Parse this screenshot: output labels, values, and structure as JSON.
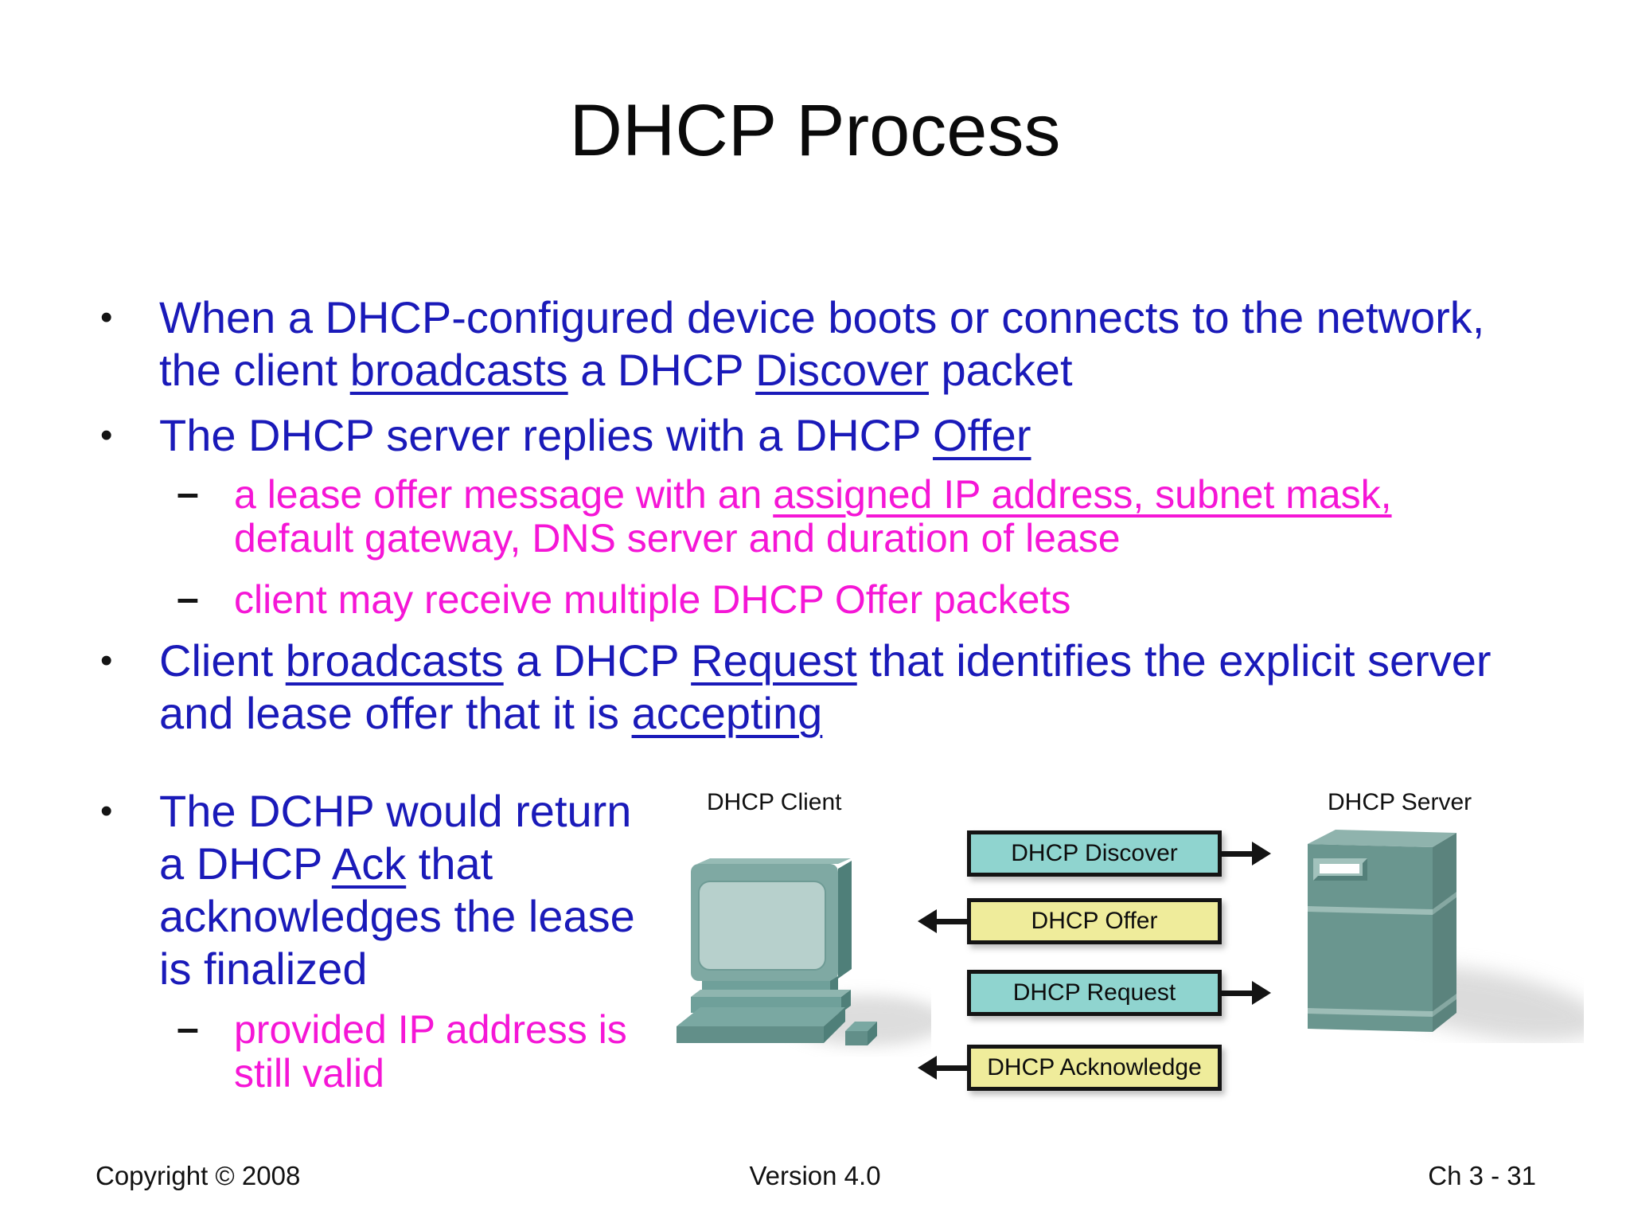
{
  "slide": {
    "title": "DHCP Process",
    "footer": {
      "left": "Copyright © 2008",
      "center": "Version 4.0",
      "right": "Ch 3 - 31"
    }
  },
  "markers": {
    "main": "•",
    "sub": "–"
  },
  "bullets_top": [
    {
      "level": "main",
      "segments": [
        {
          "t": "When a DHCP-configured device boots or connects to the network,\nthe client "
        },
        {
          "t": "broadcasts",
          "u": true
        },
        {
          "t": " a DHCP "
        },
        {
          "t": "Discover",
          "u": true
        },
        {
          "t": " packet"
        }
      ]
    },
    {
      "level": "main",
      "segments": [
        {
          "t": "The DHCP server replies with a DHCP "
        },
        {
          "t": "Offer",
          "u": true
        }
      ]
    },
    {
      "level": "sub",
      "segments": [
        {
          "t": "a lease offer message with an "
        },
        {
          "t": "assigned IP address, subnet mask,",
          "u": true
        },
        {
          "t": "\ndefault gateway, DNS server and duration of lease"
        }
      ]
    },
    {
      "level": "sub",
      "segments": [
        {
          "t": "client may receive multiple DHCP Offer packets"
        }
      ]
    },
    {
      "level": "main",
      "segments": [
        {
          "t": "Client "
        },
        {
          "t": "broadcasts",
          "u": true
        },
        {
          "t": " a DHCP "
        },
        {
          "t": "Request",
          "u": true
        },
        {
          "t": " that identifies the explicit server\nand lease offer that it is "
        },
        {
          "t": "accepting",
          "u": true
        }
      ]
    }
  ],
  "bullets_bottom": [
    {
      "level": "main",
      "segments": [
        {
          "t": "The DCHP would return\na DHCP "
        },
        {
          "t": "Ack",
          "u": true
        },
        {
          "t": " that\nacknowledges the lease\nis finalized"
        }
      ]
    },
    {
      "level": "sub",
      "segments": [
        {
          "t": "provided IP address is\nstill valid"
        }
      ]
    }
  ],
  "diagram": {
    "client_label": "DHCP Client",
    "server_label": "DHCP Server",
    "client_icon": "desktop-computer-icon",
    "server_icon": "server-tower-icon",
    "messages": [
      {
        "label": "DHCP Discover",
        "direction": "right",
        "fill": "teal"
      },
      {
        "label": "DHCP Offer",
        "direction": "left",
        "fill": "yellow"
      },
      {
        "label": "DHCP Request",
        "direction": "right",
        "fill": "teal"
      },
      {
        "label": "DHCP Acknowledge",
        "direction": "left",
        "fill": "yellow"
      }
    ]
  },
  "colors": {
    "bullet_blue": "#1A1AB9",
    "sub_magenta": "#F516D6",
    "box_teal": "#8FD4CF",
    "box_yellow": "#EFEC9B",
    "box_border": "#141414"
  }
}
